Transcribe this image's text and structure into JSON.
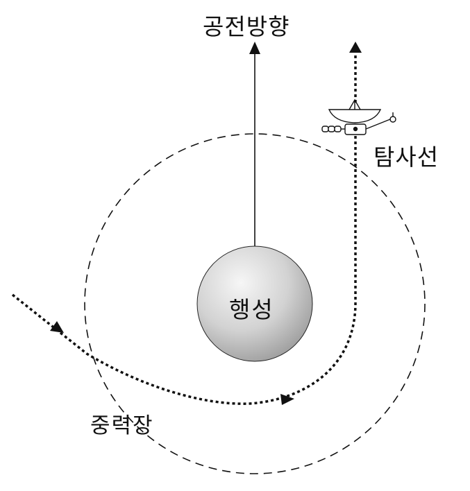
{
  "labels": {
    "revolution_direction": "공전방향",
    "spacecraft": "탐사선",
    "planet": "행성",
    "gravity_field": "중력장"
  },
  "colors": {
    "line": "#111111",
    "planet_light": "#f6f6f6",
    "planet_dark": "#9a9a9a",
    "background": "#ffffff"
  },
  "icons": {
    "spacecraft": "probe-with-dish-antenna",
    "arrowheads": "filled-triangle"
  }
}
